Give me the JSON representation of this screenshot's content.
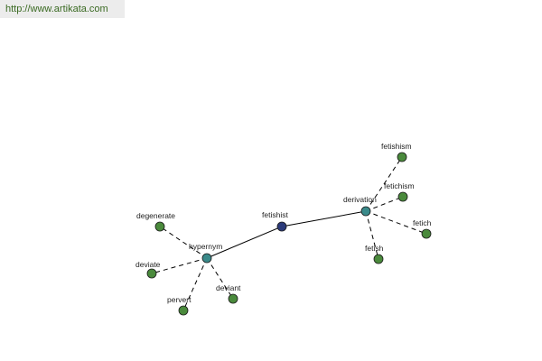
{
  "site": {
    "url": "http://www.artikata.com"
  },
  "graph": {
    "root": "fetishist",
    "relations": [
      {
        "label": "hypernym",
        "words": [
          "degenerate",
          "deviate",
          "pervert",
          "deviant"
        ]
      },
      {
        "label": "derivation",
        "words": [
          "fetishism",
          "fetichism",
          "fetich",
          "fetish"
        ]
      }
    ],
    "colors": {
      "root": "#2b3a7a",
      "relation": "#3a8a8a",
      "word": "#4a8a3c",
      "edge": "#000000"
    }
  }
}
